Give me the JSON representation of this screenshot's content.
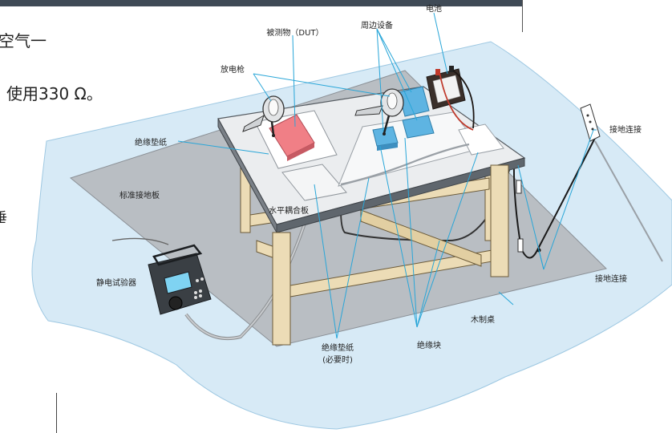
{
  "side_text": {
    "line1": "空气一",
    "line2": "使用330 Ω。",
    "line3": "垂"
  },
  "labels": {
    "battery": "电池",
    "dut": "被测物（DUT）",
    "peripheral": "周边设备",
    "esd_gun": "放电枪",
    "ground_connection_right": "接地连接",
    "insulating_sheet": "绝缘垫纸",
    "reference_ground_plane": "标准接地板",
    "horizontal_coupling_plane": "水平耦合板",
    "esd_tester": "静电试验器",
    "ground_connection": "接地连接",
    "wooden_table": "木制桌",
    "insulating_sheet_bottom_line1": "绝缘垫纸",
    "insulating_sheet_bottom_line2": "(必要时)",
    "insulating_block": "绝缘块"
  },
  "colors": {
    "floor_blue": "#d7eaf6",
    "ground_plane": "#b9bec3",
    "table_top": "#ebedef",
    "table_wood": "#ecdcb6",
    "dut_red": "#f07f86",
    "block_blue": "#5eb4e2",
    "leader_line": "#29a6d8"
  }
}
